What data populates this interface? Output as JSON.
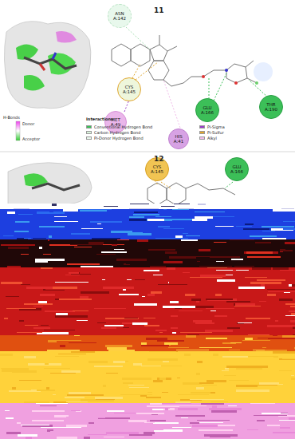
{
  "diagram": {
    "nodes": [
      {
        "text": [
          "ASN A:142"
        ]
      },
      {
        "text": [
          "CYS A:145"
        ]
      },
      {
        "text": [
          "MET A:49"
        ]
      },
      {
        "text": [
          "HIS A:41"
        ]
      },
      {
        "text": [
          "GLU A:166"
        ]
      },
      {
        "text": [
          "THR A:190"
        ]
      },
      {
        "text": [
          "CYS A:145"
        ]
      },
      {
        "text": [
          "GLU A:166"
        ]
      }
    ],
    "labels": [
      "11",
      "12",
      "H-Bonds",
      "Donor",
      "Acceptor",
      "Interactions"
    ],
    "legend": [
      {
        "text": "Conventional Hydrogen Bond",
        "color": "#3cbf58"
      },
      {
        "text": "Carbon Hydrogen Bond",
        "color": "#d9f3dc"
      },
      {
        "text": "Pi-Donor Hydrogen Bond",
        "color": "#e8f8ec"
      },
      {
        "text": "Pi-Sigma",
        "color": "#9a3fc9"
      },
      {
        "text": "Pi-Sulfur",
        "color": "#e0a52c"
      },
      {
        "text": "Alkyl",
        "color": "#f1bdea"
      }
    ]
  }
}
